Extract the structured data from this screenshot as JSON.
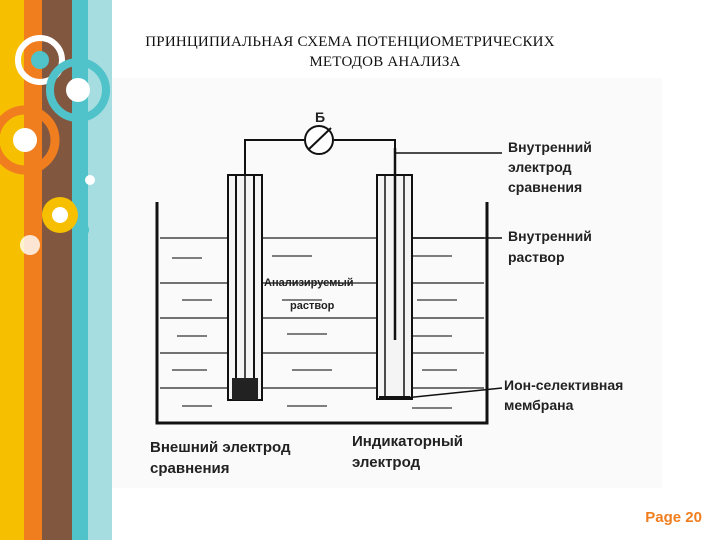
{
  "title": {
    "line1": "ПРИНЦИПИАЛЬНАЯ СХЕМА  ПОТЕНЦИОМЕТРИЧЕСКИХ",
    "line2": "МЕТОДОВ АНАЛИЗА"
  },
  "diagram": {
    "meter_label": "Б",
    "analyzed_solution": [
      "Анализируемый",
      "раствор"
    ],
    "internal_reference_electrode": [
      "Внутренний",
      "электрод",
      "сравнения"
    ],
    "internal_solution": [
      "Внутренний",
      "раствор"
    ],
    "ion_selective_membrane": [
      "Ион-селективная",
      "мембрана"
    ],
    "external_reference_electrode": [
      "Внешний электрод",
      "сравнения"
    ],
    "indicator_electrode": [
      "Индикаторный",
      "электрод"
    ]
  },
  "footer": {
    "page": "Page 20"
  },
  "colors": {
    "accent": "#f07e1e",
    "teal": "#4fc3c9",
    "brown": "#6b3a1f",
    "yellow": "#f6c000"
  }
}
